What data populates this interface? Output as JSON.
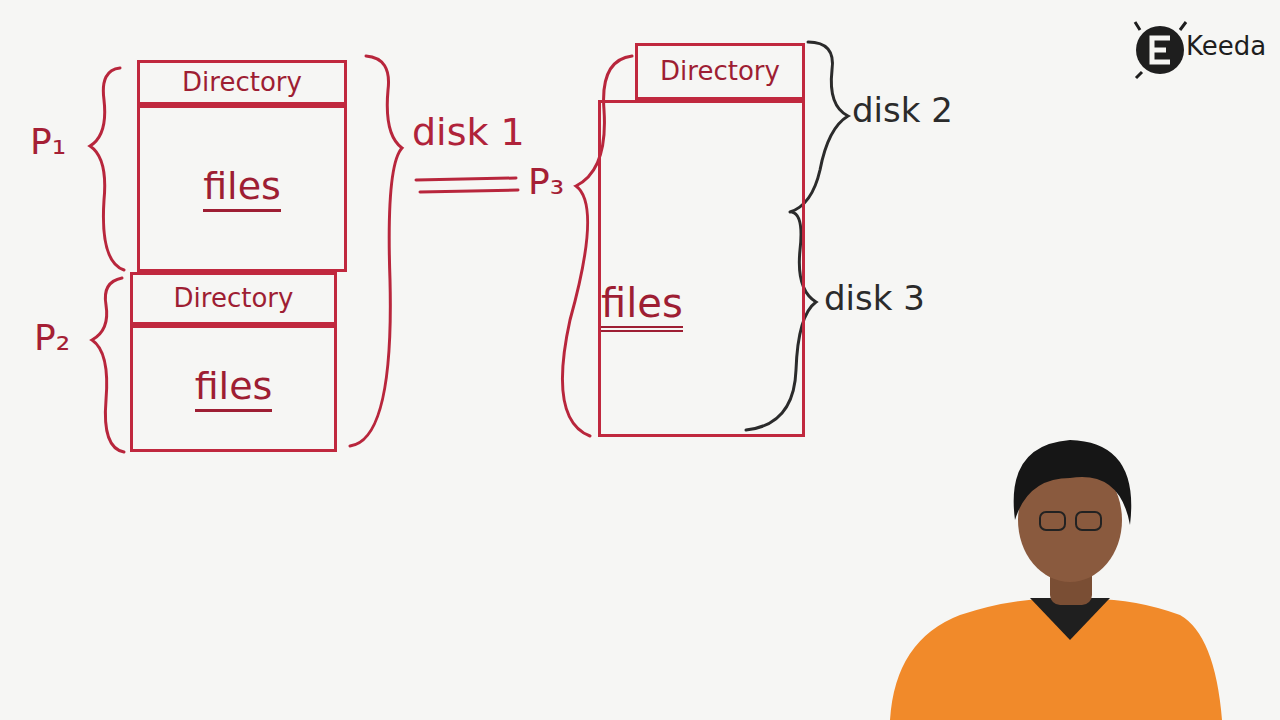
{
  "diagram": {
    "nodes": [
      {
        "text": [
          "Directory"
        ]
      },
      {
        "text": [
          "files"
        ]
      },
      {
        "text": [
          "Directory"
        ]
      },
      {
        "text": [
          "files"
        ]
      },
      {
        "text": [
          "Directory"
        ]
      },
      {
        "text": [
          "files"
        ]
      }
    ],
    "labels": [
      "P₁",
      "P₂",
      "disk 1",
      "P₃",
      "disk 2",
      "disk 3",
      "Keeda"
    ]
  }
}
